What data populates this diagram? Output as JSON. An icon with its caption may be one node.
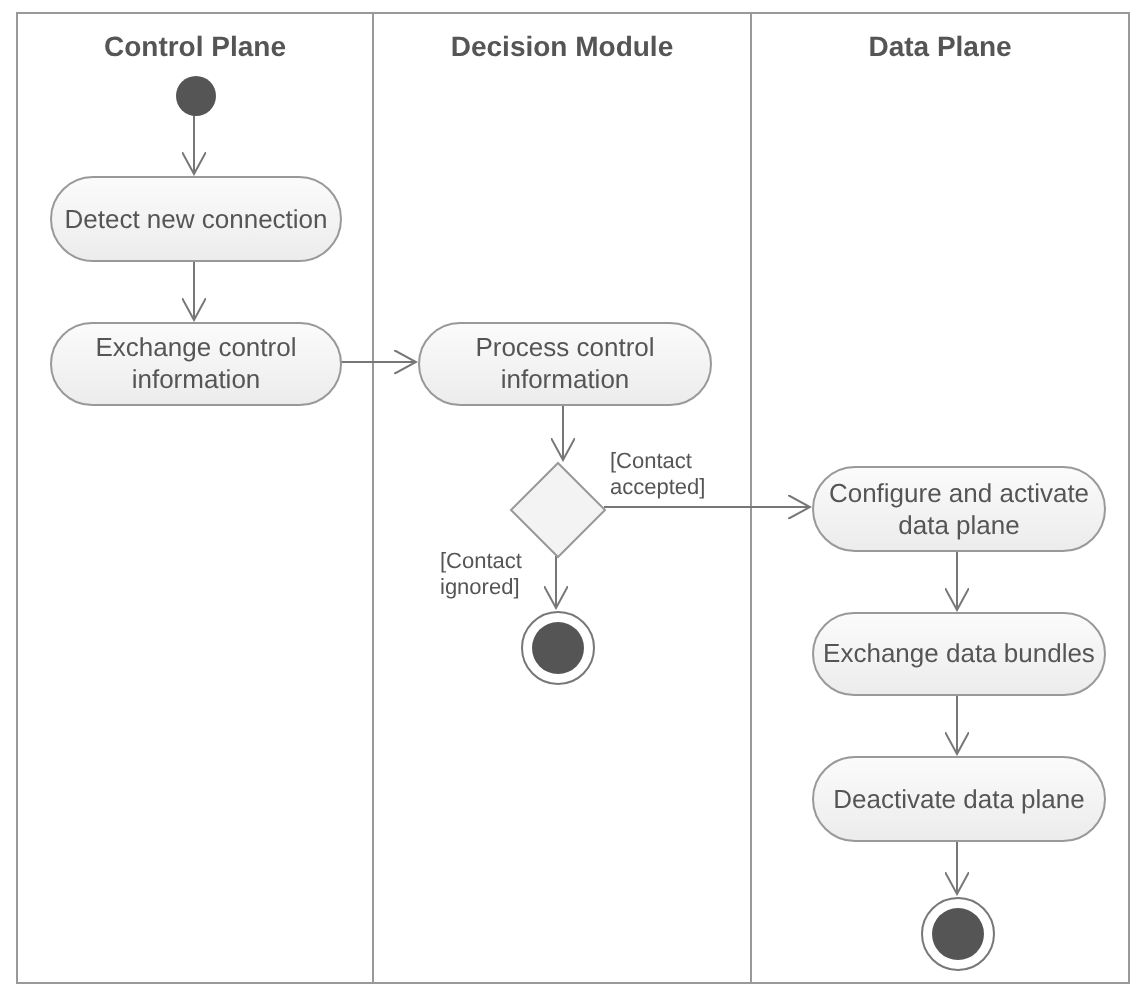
{
  "diagram": {
    "nodes": [
      {
        "text": [
          "Control Plane"
        ]
      },
      {
        "text": [
          "Decision Module"
        ]
      },
      {
        "text": [
          "Data Plane"
        ]
      },
      {
        "text": [],
        "shape": "circle",
        "in": 0
      },
      {
        "text": [
          "Detect new connection"
        ],
        "in": 0
      },
      {
        "text": [
          "Exchange control information"
        ],
        "in": 0
      },
      {
        "text": [
          "Process control information"
        ],
        "in": 1
      },
      {
        "text": [],
        "shape": "diamond",
        "in": 1
      },
      {
        "text": [],
        "shape": "circle",
        "in": 1
      },
      {
        "text": [
          "Configure and activate data plane"
        ],
        "in": 2
      },
      {
        "text": [
          "Exchange data bundles"
        ],
        "in": 2
      },
      {
        "text": [
          "Deactivate data plane"
        ],
        "in": 2
      },
      {
        "text": [],
        "shape": "circle",
        "in": 2
      }
    ],
    "edges": [
      {
        "from": 3,
        "to": 4,
        "arrow": "to"
      },
      {
        "from": 4,
        "to": 5,
        "arrow": "to"
      },
      {
        "from": 5,
        "to": 6,
        "arrow": "to"
      },
      {
        "from": 6,
        "to": 7,
        "arrow": "to"
      },
      {
        "from": 7,
        "to": 9,
        "arrow": "to",
        "label": "[Contact accepted]"
      },
      {
        "from": 7,
        "to": 8,
        "arrow": "to",
        "label": "[Contact ignored]"
      },
      {
        "from": 9,
        "to": 10,
        "arrow": "to"
      },
      {
        "from": 10,
        "to": 11,
        "arrow": "to"
      },
      {
        "from": 11,
        "to": 12,
        "arrow": "to"
      }
    ]
  }
}
